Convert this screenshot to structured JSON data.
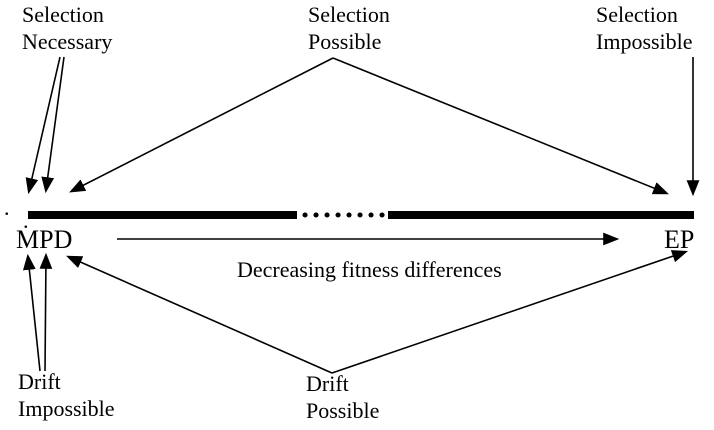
{
  "figure": {
    "labels": {
      "selection_necessary": {
        "line1": "Selection",
        "line2": "Necessary"
      },
      "selection_possible": {
        "line1": "Selection",
        "line2": "Possible"
      },
      "selection_impossible": {
        "line1": "Selection",
        "line2": "Impossible"
      },
      "drift_impossible": {
        "line1": "Drift",
        "line2": "Impossible"
      },
      "drift_possible": {
        "line1": "Drift",
        "line2": "Possible"
      }
    },
    "endpoints": {
      "left": "MPD",
      "right": "EP"
    },
    "axis": {
      "caption": "Decreasing fitness differences"
    },
    "stray_marks": {
      "period_left": ".",
      "period_small": "."
    },
    "colors": {
      "ink": "#000000",
      "background": "#ffffff"
    }
  }
}
